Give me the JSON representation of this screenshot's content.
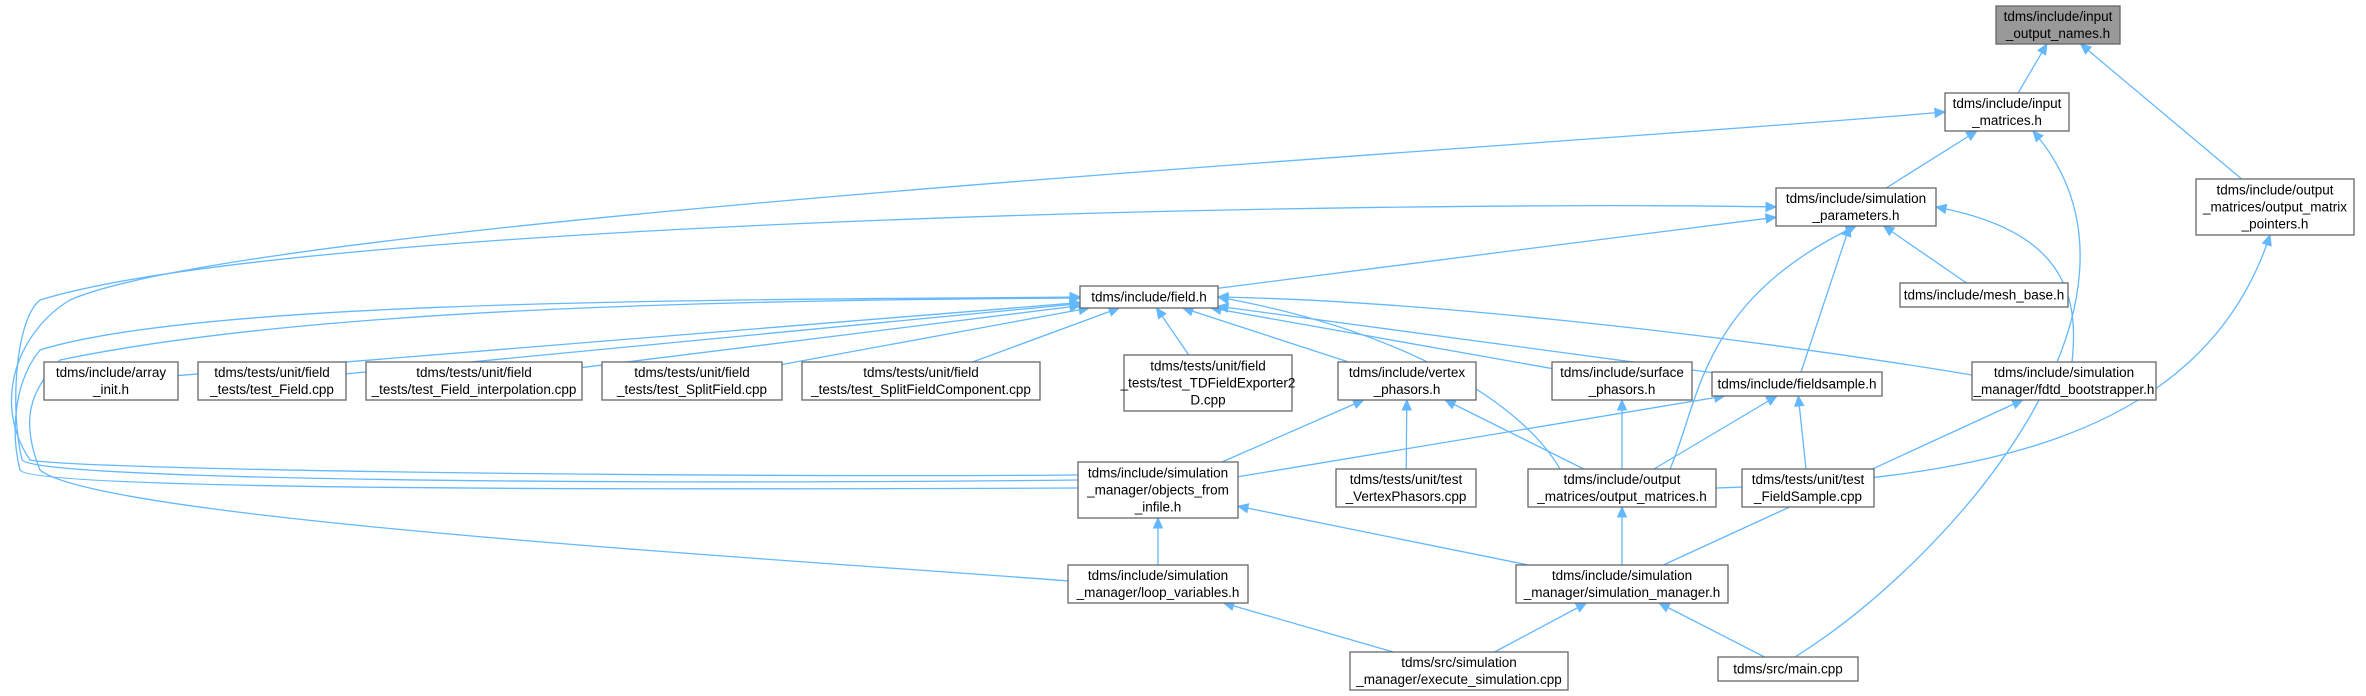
{
  "diagram": {
    "type": "include-dependency-graph",
    "colors": {
      "root_fill": "#999999",
      "node_fill": "#ffffff",
      "node_border": "#666666",
      "edge": "#63b8ff"
    },
    "nodes": [
      {
        "id": "input_output_names",
        "lines": [
          "tdms/include/input",
          "_output_names.h"
        ],
        "root": true
      },
      {
        "id": "input_matrices",
        "lines": [
          "tdms/include/input",
          "_matrices.h"
        ]
      },
      {
        "id": "output_matrix_pointers",
        "lines": [
          "tdms/include/output",
          "_matrices/output_matrix",
          "_pointers.h"
        ]
      },
      {
        "id": "simulation_parameters",
        "lines": [
          "tdms/include/simulation",
          "_parameters.h"
        ]
      },
      {
        "id": "field",
        "lines": [
          "tdms/include/field.h"
        ]
      },
      {
        "id": "mesh_base",
        "lines": [
          "tdms/include/mesh_base.h"
        ]
      },
      {
        "id": "array_init",
        "lines": [
          "tdms/include/array",
          "_init.h"
        ]
      },
      {
        "id": "test_field",
        "lines": [
          "tdms/tests/unit/field",
          "_tests/test_Field.cpp"
        ]
      },
      {
        "id": "test_field_interp",
        "lines": [
          "tdms/tests/unit/field",
          "_tests/test_Field_interpolation.cpp"
        ]
      },
      {
        "id": "test_splitfield",
        "lines": [
          "tdms/tests/unit/field",
          "_tests/test_SplitField.cpp"
        ]
      },
      {
        "id": "test_splitfieldcomp",
        "lines": [
          "tdms/tests/unit/field",
          "_tests/test_SplitFieldComponent.cpp"
        ]
      },
      {
        "id": "test_tdfieldexporter",
        "lines": [
          "tdms/tests/unit/field",
          "_tests/test_TDFieldExporter2",
          "D.cpp"
        ]
      },
      {
        "id": "vertex_phasors",
        "lines": [
          "tdms/include/vertex",
          "_phasors.h"
        ]
      },
      {
        "id": "surface_phasors",
        "lines": [
          "tdms/include/surface",
          "_phasors.h"
        ]
      },
      {
        "id": "fieldsample",
        "lines": [
          "tdms/include/fieldsample.h"
        ]
      },
      {
        "id": "fdtd_bootstrapper",
        "lines": [
          "tdms/include/simulation",
          "_manager/fdtd_bootstrapper.h"
        ]
      },
      {
        "id": "objects_from_infile",
        "lines": [
          "tdms/include/simulation",
          "_manager/objects_from",
          "_infile.h"
        ]
      },
      {
        "id": "test_vertexphasors",
        "lines": [
          "tdms/tests/unit/test",
          "_VertexPhasors.cpp"
        ]
      },
      {
        "id": "output_matrices",
        "lines": [
          "tdms/include/output",
          "_matrices/output_matrices.h"
        ]
      },
      {
        "id": "test_fieldsample",
        "lines": [
          "tdms/tests/unit/test",
          "_FieldSample.cpp"
        ]
      },
      {
        "id": "loop_variables",
        "lines": [
          "tdms/include/simulation",
          "_manager/loop_variables.h"
        ]
      },
      {
        "id": "simulation_manager",
        "lines": [
          "tdms/include/simulation",
          "_manager/simulation_manager.h"
        ]
      },
      {
        "id": "execute_simulation",
        "lines": [
          "tdms/src/simulation",
          "_manager/execute_simulation.cpp"
        ]
      },
      {
        "id": "main",
        "lines": [
          "tdms/src/main.cpp"
        ]
      }
    ],
    "edges": [
      {
        "from": "input_matrices",
        "to": "input_output_names"
      },
      {
        "from": "output_matrix_pointers",
        "to": "input_output_names"
      },
      {
        "from": "simulation_parameters",
        "to": "input_matrices"
      },
      {
        "from": "objects_from_infile",
        "to": "input_matrices"
      },
      {
        "from": "main",
        "to": "input_matrices"
      },
      {
        "from": "output_matrices",
        "to": "output_matrix_pointers"
      },
      {
        "from": "field",
        "to": "simulation_parameters"
      },
      {
        "from": "mesh_base",
        "to": "simulation_parameters"
      },
      {
        "from": "fieldsample",
        "to": "simulation_parameters"
      },
      {
        "from": "fdtd_bootstrapper",
        "to": "simulation_parameters"
      },
      {
        "from": "output_matrices",
        "to": "simulation_parameters"
      },
      {
        "from": "objects_from_infile",
        "to": "simulation_parameters"
      },
      {
        "from": "array_init",
        "to": "field"
      },
      {
        "from": "test_field",
        "to": "field"
      },
      {
        "from": "test_field_interp",
        "to": "field"
      },
      {
        "from": "test_splitfield",
        "to": "field"
      },
      {
        "from": "test_splitfieldcomp",
        "to": "field"
      },
      {
        "from": "test_tdfieldexporter",
        "to": "field"
      },
      {
        "from": "vertex_phasors",
        "to": "field"
      },
      {
        "from": "surface_phasors",
        "to": "field"
      },
      {
        "from": "fieldsample",
        "to": "field"
      },
      {
        "from": "fdtd_bootstrapper",
        "to": "field"
      },
      {
        "from": "objects_from_infile",
        "to": "field"
      },
      {
        "from": "output_matrices",
        "to": "field"
      },
      {
        "from": "loop_variables",
        "to": "field"
      },
      {
        "from": "objects_from_infile",
        "to": "vertex_phasors"
      },
      {
        "from": "test_vertexphasors",
        "to": "vertex_phasors"
      },
      {
        "from": "output_matrices",
        "to": "vertex_phasors"
      },
      {
        "from": "output_matrices",
        "to": "surface_phasors"
      },
      {
        "from": "objects_from_infile",
        "to": "fieldsample"
      },
      {
        "from": "output_matrices",
        "to": "fieldsample"
      },
      {
        "from": "test_fieldsample",
        "to": "fieldsample"
      },
      {
        "from": "simulation_manager",
        "to": "fdtd_bootstrapper"
      },
      {
        "from": "loop_variables",
        "to": "objects_from_infile"
      },
      {
        "from": "simulation_manager",
        "to": "objects_from_infile"
      },
      {
        "from": "simulation_manager",
        "to": "output_matrices"
      },
      {
        "from": "execute_simulation",
        "to": "loop_variables"
      },
      {
        "from": "execute_simulation",
        "to": "simulation_manager"
      },
      {
        "from": "main",
        "to": "simulation_manager"
      }
    ]
  }
}
